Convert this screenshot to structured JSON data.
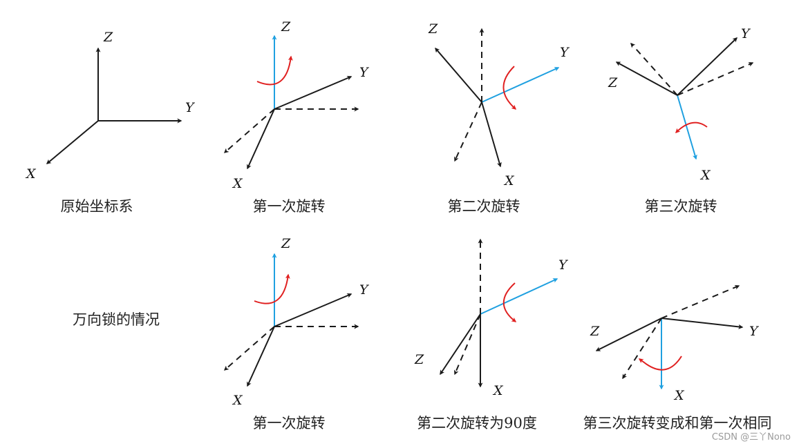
{
  "colors": {
    "axis": "#1a1a1a",
    "rotation_axis": "#1fa0e0",
    "rotation_arrow": "#e02020",
    "text": "#222222",
    "watermark": "#9a9a9a"
  },
  "panels": [
    {
      "id": "original",
      "caption": "原始坐标系",
      "labels": {
        "z": "Z",
        "y": "Y",
        "x": "X"
      }
    },
    {
      "id": "rot1",
      "caption": "第一次旋转",
      "labels": {
        "z": "Z",
        "y": "Y",
        "x": "X"
      }
    },
    {
      "id": "rot2",
      "caption": "第二次旋转",
      "labels": {
        "z": "Z",
        "y": "Y",
        "x": "X"
      }
    },
    {
      "id": "rot3",
      "caption": "第三次旋转",
      "labels": {
        "z": "Z",
        "y": "Y",
        "x": "X"
      }
    },
    {
      "id": "gl1",
      "caption": "第一次旋转",
      "labels": {
        "z": "Z",
        "y": "Y",
        "x": "X"
      }
    },
    {
      "id": "gl2",
      "caption": "第二次旋转为90度",
      "labels": {
        "z": "Z",
        "y": "Y",
        "x": "X"
      }
    },
    {
      "id": "gl3",
      "caption": "第三次旋转变成和第一次相同",
      "labels": {
        "z": "Z",
        "y": "Y",
        "x": "X"
      }
    }
  ],
  "gimbal_lock_label": "万向锁的情况",
  "watermark": "CSDN @三丫Nono"
}
